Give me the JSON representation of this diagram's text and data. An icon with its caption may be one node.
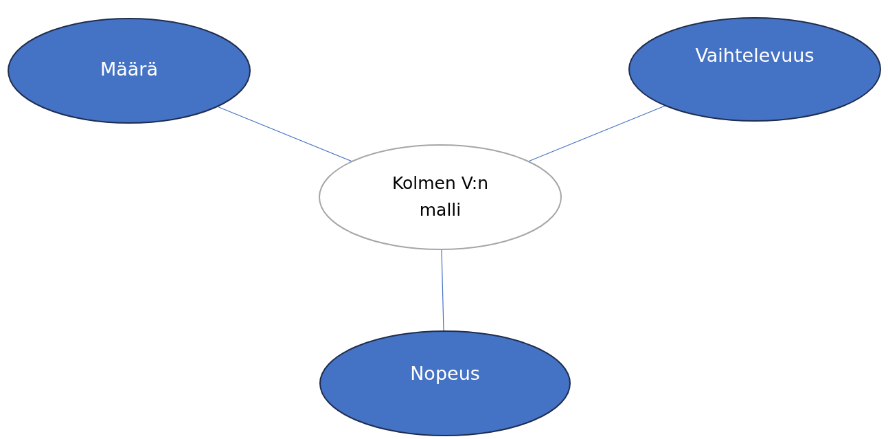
{
  "diagram": {
    "nodes": [
      {
        "text": [
          "Määrä"
        ]
      },
      {
        "text": [
          "Vaihtelevuus"
        ]
      },
      {
        "text": [
          "Kolmen V:n malli"
        ]
      },
      {
        "text": [
          "Nopeus"
        ]
      }
    ],
    "edges": [
      {
        "from": 2,
        "to": 0,
        "arrow": "none"
      },
      {
        "from": 2,
        "to": 1,
        "arrow": "none"
      },
      {
        "from": 2,
        "to": 3,
        "arrow": "none"
      }
    ]
  }
}
